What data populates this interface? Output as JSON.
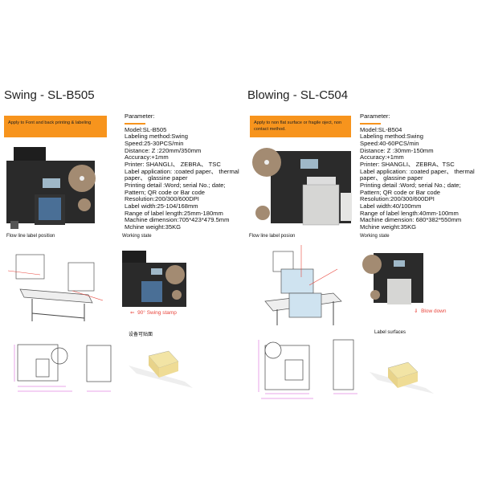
{
  "left": {
    "title": "Swing - SL-B505",
    "note": "Apply to Font and back printing & labeling",
    "param_heading": "Parameter:",
    "params": [
      "Model:SL-B505",
      "Labeling method:Swing",
      "Speed:25-30PCS/min",
      "Distance: Z :220mm/350mm",
      "Accuracy:+1mm",
      "Printer: SHANGLI、 ZEBRA、 TSC",
      "Label application: :coated paper、 thermal",
      "paper、 glassine paper",
      "Printing detail :Word; serial No.; date;",
      "Pattern; QR code or Bar code",
      "Resolution:200/300/600DPI",
      "Label width:25-104/168mm",
      "Range of label length:25mm-180mm",
      "Machine dimension:705*423*479.5mm",
      "Mchine weight:35KG"
    ],
    "flow_caption": "Flow line label position",
    "working_caption": "Working state",
    "action_label": "90° Swing stamp",
    "surfaces_caption": "设备可贴面"
  },
  "right": {
    "title": "Blowing - SL-C504",
    "note": "Apply to non flat surface or fragile oject, non contact method.",
    "param_heading": "Parameter:",
    "params": [
      "Model:SL-B504",
      "Labeling method:Swing",
      "Speed:40-60PCS/min",
      "Distance: Z :30mm-150mm",
      "Accuracy:+1mm",
      "Printer: SHANGLI、 ZEBRA、TSC",
      "Label application: :coated paper、 thermal",
      "paper、 glassine paper",
      "Printing detail :Word; serial No.; date;",
      "Pattern; QR code or Bar code",
      "Resolution:200/300/600DPI",
      "Label width:40/100mm",
      "Range of label length:40mm-100mm",
      "Machine dimension: 680*382*550mm",
      "Mchine weight:35KG"
    ],
    "flow_caption": "Flow line label posion",
    "working_caption": "Working state",
    "action_label": "Blow down",
    "surfaces_caption": "Label surfaces"
  },
  "colors": {
    "accent": "#f7941d",
    "annotation": "#e8453c",
    "dimension": "#d24bd2"
  }
}
